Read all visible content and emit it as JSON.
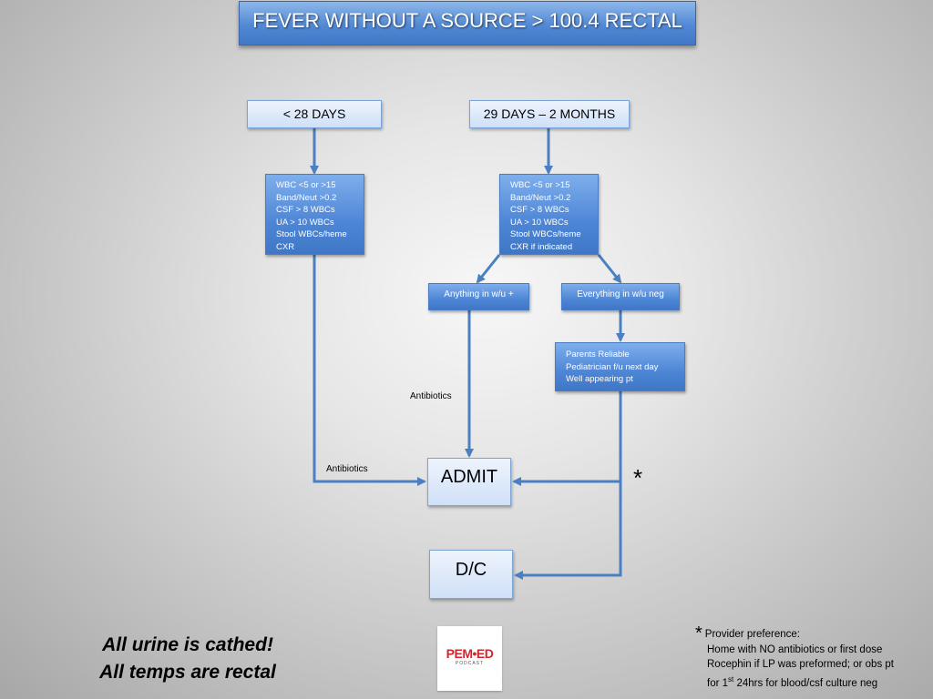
{
  "title": "FEVER WITHOUT A SOURCE > 100.4 RECTAL",
  "age_groups": {
    "under_28": "< 28 DAYS",
    "d29_to_2mo": "29 DAYS – 2 MONTHS"
  },
  "workup_under_28": [
    "WBC <5 or >15",
    "Band/Neut >0.2",
    "CSF > 8 WBCs",
    "UA > 10 WBCs",
    "Stool WBCs/heme",
    "CXR"
  ],
  "workup_29_to_2mo": [
    "WBC <5 or >15",
    "Band/Neut >0.2",
    "CSF > 8 WBCs",
    "UA > 10  WBCs",
    "Stool WBCs/heme",
    "CXR if indicated"
  ],
  "results": {
    "positive": "Anything in w/u  +",
    "negative": "Everything in w/u  neg"
  },
  "criteria": [
    "Parents Reliable",
    "Pediatrician f/u next day",
    "Well appearing pt"
  ],
  "labels": {
    "antibiotics_mid": "Antibiotics",
    "antibiotics_left": "Antibiotics",
    "asterisk": "*"
  },
  "outcomes": {
    "admit": "ADMIT",
    "discharge": "D/C"
  },
  "footer": {
    "line1": "All urine is cathed!",
    "line2": "All temps are rectal"
  },
  "logo": {
    "main": "PEM•ED",
    "sub": "PODCAST"
  },
  "note": {
    "star": "*",
    "heading": "Provider preference:",
    "line1": "Home with NO antibiotics or first dose",
    "line2": "Rocephin if LP was  preformed; or obs pt",
    "line3_pre": "for 1",
    "line3_sup": "st",
    "line3_post": " 24hrs for blood/csf culture neg"
  },
  "colors": {
    "connector": "#4a7fc1",
    "title_bg": "#5289d4",
    "logo_red": "#d1262d"
  }
}
